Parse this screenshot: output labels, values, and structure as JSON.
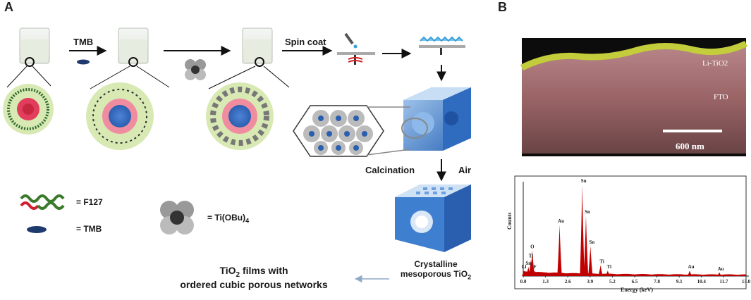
{
  "panel_a": {
    "label": "A",
    "steps": {
      "tmb": "TMB",
      "spin_coat": "Spin coat",
      "calcination": "Calcination",
      "air": "Air",
      "crystalline_line1": "Crystalline",
      "crystalline_line2": "mesoporous TiO",
      "crystalline_sub": "2"
    },
    "legend": {
      "f127": "= F127",
      "tmb": "= TMB",
      "tiobu_main": "= Ti(OBu)",
      "tiobu_sub": "4"
    },
    "result": {
      "line1_pre": "TiO",
      "line1_sub": "2",
      "line1_post": " films with",
      "line2": "ordered cubic porous networks"
    }
  },
  "panel_b": {
    "label": "B",
    "sem": {
      "layer_top": "Li-TiO2",
      "layer_bottom": "FTO",
      "scale_bar": "600 nm"
    }
  },
  "chart_data": {
    "type": "line",
    "title": "",
    "xlabel": "Energy (keV)",
    "ylabel": "Counts",
    "xlim": [
      0.0,
      13.0
    ],
    "xticks": [
      "0.0",
      "1.3",
      "2.6",
      "3.9",
      "5.2",
      "6.5",
      "7.8",
      "9.1",
      "10.4",
      "11.7",
      "13.0"
    ],
    "peaks": [
      {
        "x": 0.05,
        "y": 0.06,
        "label": "Li"
      },
      {
        "x": 0.3,
        "y": 0.1,
        "label": "Sn"
      },
      {
        "x": 0.45,
        "y": 0.18,
        "label": "Ti"
      },
      {
        "x": 0.53,
        "y": 0.28,
        "label": "O"
      },
      {
        "x": 0.68,
        "y": 0.06,
        "label": "F"
      },
      {
        "x": 2.12,
        "y": 0.56,
        "label": "Au"
      },
      {
        "x": 3.44,
        "y": 1.0,
        "label": "Sn"
      },
      {
        "x": 3.66,
        "y": 0.66,
        "label": "Sn"
      },
      {
        "x": 3.92,
        "y": 0.33,
        "label": "Sn"
      },
      {
        "x": 4.51,
        "y": 0.12,
        "label": "Ti"
      },
      {
        "x": 4.93,
        "y": 0.06,
        "label": "Ti"
      },
      {
        "x": 9.71,
        "y": 0.06,
        "label": "Au"
      },
      {
        "x": 11.44,
        "y": 0.04,
        "label": "Au"
      }
    ]
  },
  "colors": {
    "spectrum": "#c00000",
    "arrow": "#8fa8c8",
    "cube": "#3f7fd0",
    "green_shell": "#d8e9b4",
    "sem_pink": "#a86e70",
    "sem_green": "#b5c03a"
  }
}
